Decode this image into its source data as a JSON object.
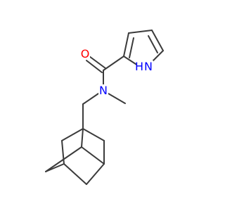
{
  "molecule": {
    "atoms": {
      "oxygen": {
        "label": "O",
        "color": "#ff0000"
      },
      "amide_nitrogen": {
        "label": "N",
        "color": "#0000ff"
      },
      "pyrrole_nitrogen": {
        "label": "H",
        "label_n": "N",
        "color": "#0000ff"
      }
    },
    "bond_color": "#3b3b3b"
  }
}
